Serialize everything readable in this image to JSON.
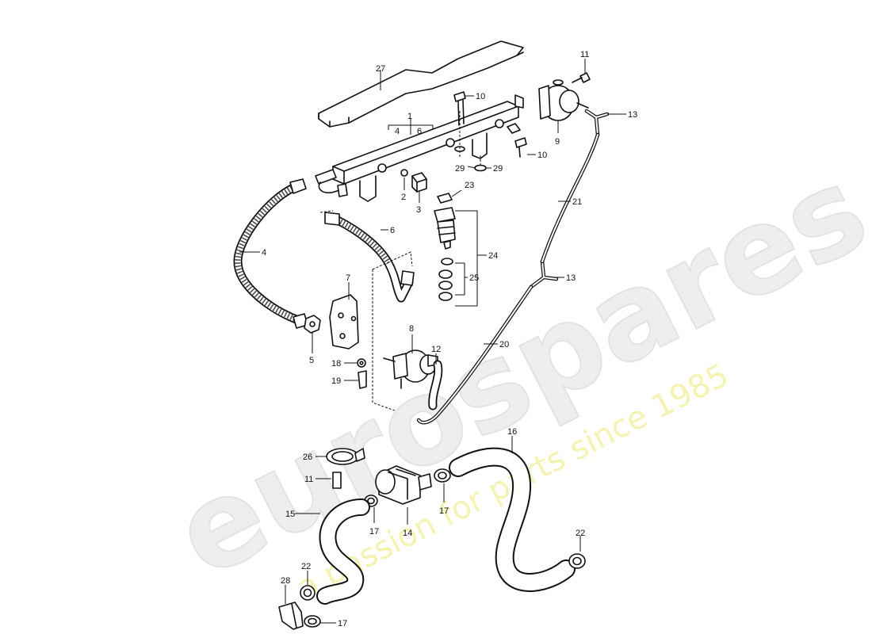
{
  "watermark": {
    "brand": "eurospares",
    "tagline": "a passion for parts since 1985"
  },
  "labels": {
    "p1": "1",
    "p2": "2",
    "p3": "3",
    "p4a": "4",
    "p4b": "4",
    "p5": "5",
    "p6a": "6",
    "p6b": "6",
    "p7": "7",
    "p8": "8",
    "p9": "9",
    "p10a": "10",
    "p10b": "10",
    "p11a": "11",
    "p11b": "11",
    "p12": "12",
    "p13a": "13",
    "p13b": "13",
    "p14": "14",
    "p15": "15",
    "p16": "16",
    "p17a": "17",
    "p17b": "17",
    "p17c": "17",
    "p18": "18",
    "p19": "19",
    "p20": "20",
    "p21": "21",
    "p22a": "22",
    "p22b": "22",
    "p23": "23",
    "p24": "24",
    "p25": "25",
    "p26": "26",
    "p27": "27",
    "p28": "28",
    "p29a": "29",
    "p29b": "29"
  }
}
